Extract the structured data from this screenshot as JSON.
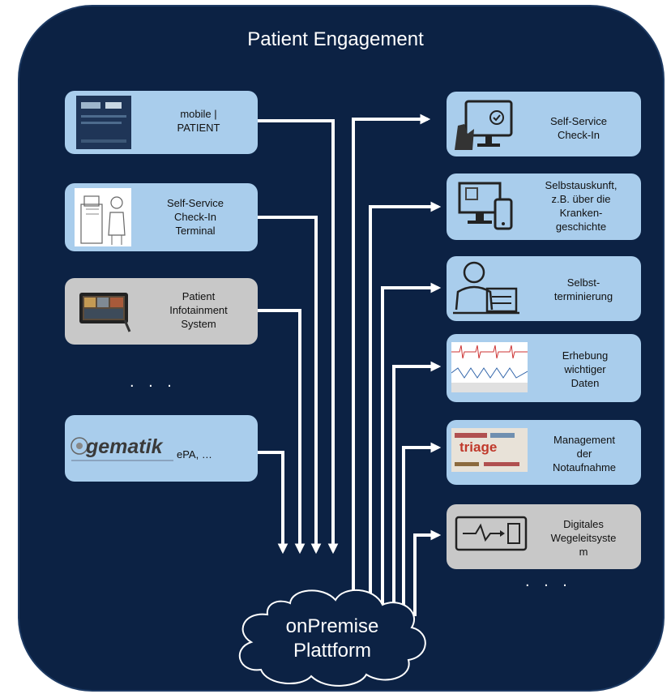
{
  "title": "Patient Engagement",
  "left_items": [
    {
      "label": "mobile |\nPATIENT",
      "icon": "mobile-app-screenshot"
    },
    {
      "label": "Self-Service\nCheck-In\nTerminal",
      "icon": "terminal-person-sketch"
    },
    {
      "label": "Patient\nInfotainment\nSystem",
      "icon": "infotainment-tablet"
    },
    {
      "label": "ePA, …",
      "icon": "gemaik-logo",
      "logo_text": "gematik"
    }
  ],
  "left_ellipsis": ". . .",
  "right_items": [
    {
      "label": "Self-Service\nCheck-In",
      "icon": "touch-monitor-icon"
    },
    {
      "label": "Selbstauskunft,\nz.B. über die\nKranken-\ngeschichte",
      "icon": "desktop-phone-icon"
    },
    {
      "label": "Selbst-\nterminierung",
      "icon": "person-calendar-icon"
    },
    {
      "label": "Erhebung\nwichtiger\nDaten",
      "icon": "vital-signs-chart"
    },
    {
      "label": "Management\nder\nNotaufnahme",
      "icon": "triage-wordcloud",
      "logo_text": "triage"
    },
    {
      "label": "Digitales\nWegeleitsyste\nm",
      "icon": "signpost-icon"
    }
  ],
  "right_ellipsis": ". . .",
  "platform": "onPremise\nPlattform",
  "colors": {
    "background": "#0c2244",
    "card_blue": "#a9cdec",
    "card_gray": "#c8c8c8",
    "arrow": "#ffffff"
  }
}
